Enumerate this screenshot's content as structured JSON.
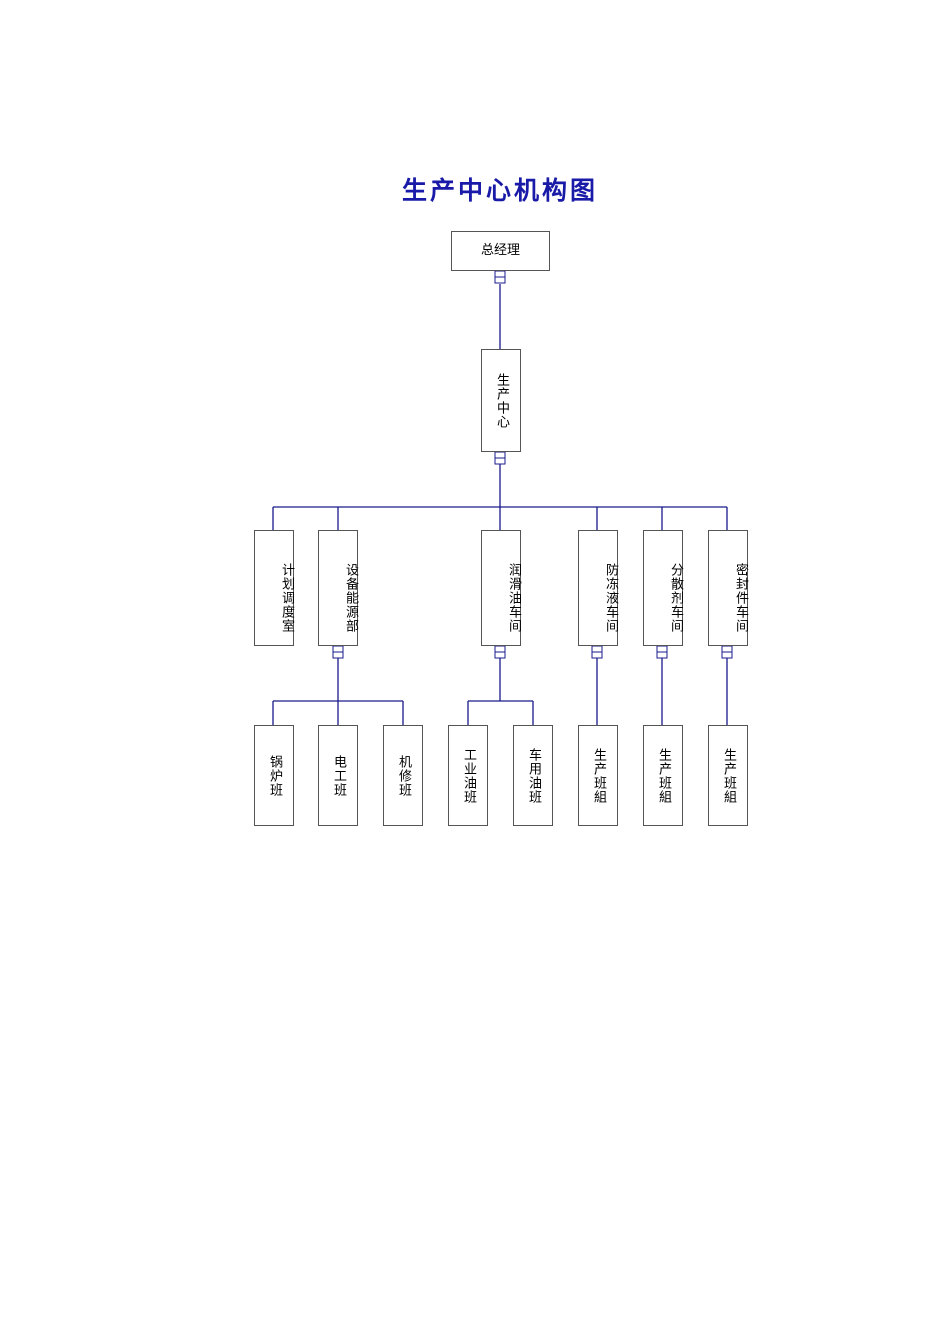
{
  "title": "生产中心机构图",
  "colors": {
    "title": "#1a1aa8",
    "connector": "#1a1a8c",
    "box_border": "#555555"
  },
  "nodes": {
    "general_manager": "总经理",
    "production_center": "生产中心",
    "planning": "计划调度室",
    "equipment_energy": "设备能源部",
    "lubricant_workshop": "润滑油车间",
    "antifreeze_workshop": "防冻液车间",
    "dispersant_workshop": "分散剂车间",
    "seal_workshop": "密封件车间",
    "boiler_team": "锅炉班",
    "electrician_team": "电工班",
    "machine_repair_team": "机修班",
    "industrial_oil_team": "工业油班",
    "vehicle_oil_team": "车用油班",
    "antifreeze_production_team": "生产班組",
    "dispersant_production_team": "生产班組",
    "seal_production_team": "生产班組"
  }
}
